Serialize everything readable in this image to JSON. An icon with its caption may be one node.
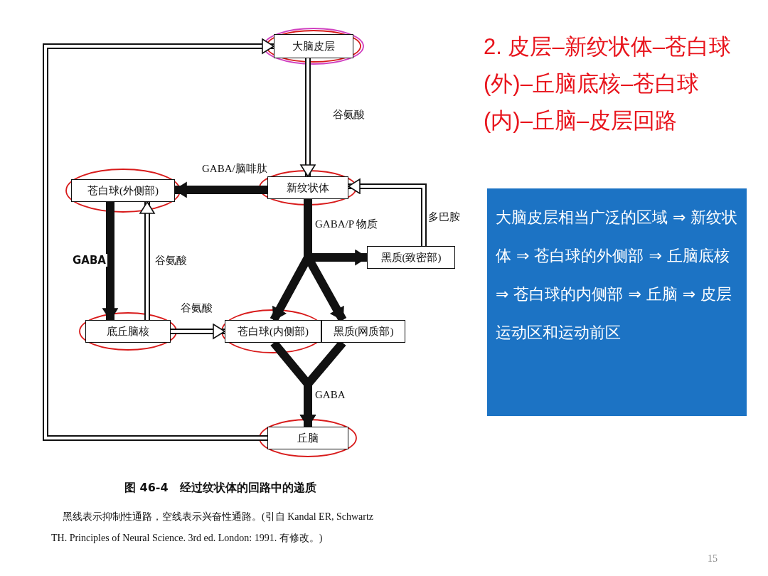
{
  "diagram": {
    "title": "2. 皮层–新纹状体–苍白球(外)–丘脑底核–苍白球(内)–丘脑–皮层回路",
    "caption": "图 46-4　经过纹状体的回路中的递质",
    "nodes": [
      {
        "text": [
          "大脑皮层"
        ]
      },
      {
        "text": [
          "新纹状体"
        ]
      },
      {
        "text": [
          "苍白球(外侧部)"
        ]
      },
      {
        "text": [
          "黑质(致密部)"
        ]
      },
      {
        "text": [
          "底丘脑核"
        ]
      },
      {
        "text": [
          "苍白球(内侧部)"
        ]
      },
      {
        "text": [
          "黑质(网质部)"
        ]
      },
      {
        "text": [
          "丘脑"
        ]
      }
    ],
    "edges": [
      {
        "from": 0,
        "to": 1,
        "arrow": "to",
        "label": "谷氨酸",
        "color": "#ffffff"
      },
      {
        "from": 1,
        "to": 2,
        "arrow": "to",
        "label": "GABA/脑啡肽"
      },
      {
        "from": 1,
        "to": 3,
        "arrow": "to",
        "label": "GABA/P 物质"
      },
      {
        "from": 1,
        "to": 5,
        "arrow": "to"
      },
      {
        "from": 1,
        "to": 6,
        "arrow": "to"
      },
      {
        "from": 3,
        "to": 1,
        "arrow": "to",
        "label": "多巴胺",
        "color": "#ffffff"
      },
      {
        "from": 2,
        "to": 4,
        "arrow": "to",
        "label": "GABA"
      },
      {
        "from": 4,
        "to": 2,
        "arrow": "to",
        "label": "谷氨酸",
        "color": "#ffffff"
      },
      {
        "from": 4,
        "to": 5,
        "arrow": "to",
        "label": "谷氨酸",
        "color": "#ffffff"
      },
      {
        "from": 5,
        "to": 7,
        "arrow": "to",
        "label": "GABA"
      },
      {
        "from": 6,
        "to": 7,
        "arrow": "to"
      },
      {
        "from": 7,
        "to": 0,
        "arrow": "to",
        "color": "#ffffff"
      }
    ],
    "labels": [
      "大脑皮层相当广泛的区域 ⇒ 新纹状体 ⇒ 苍白球的外侧部 ⇒ 丘脑底核 ⇒ 苍白球的内侧部 ⇒ 丘脑 ⇒ 皮层运动区和运动前区",
      "黑线表示抑制性通路，空线表示兴奋性通路。(引自 Kandal ER, Schwartz TH. Principles of Neural Science. 3rd ed. London: 1991. 有修改。)",
      "15"
    ]
  }
}
